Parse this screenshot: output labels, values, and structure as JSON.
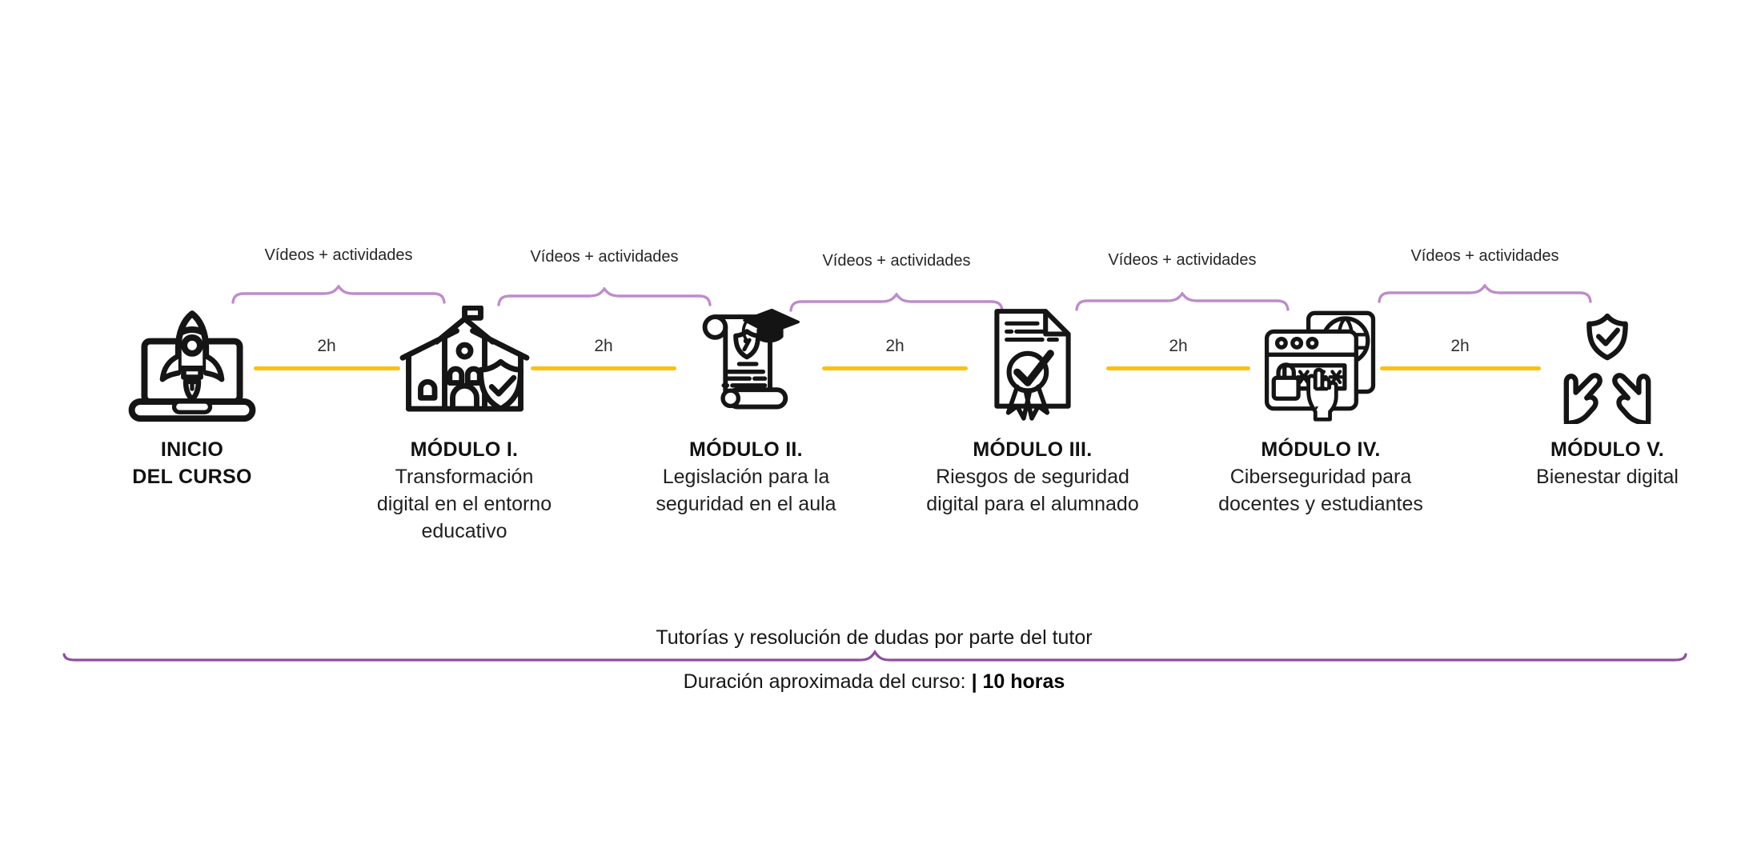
{
  "colors": {
    "connector_yellow": "#fcc012",
    "brace_light_purple": "#be8ccb",
    "brace_dark_purple": "#8e4d9e",
    "text_dark": "#1d1d1d"
  },
  "segments": [
    {
      "activity_label": "Vídeos + actividades",
      "duration": "2h"
    },
    {
      "activity_label": "Vídeos + actividades",
      "duration": "2h"
    },
    {
      "activity_label": "Vídeos + actividades",
      "duration": "2h"
    },
    {
      "activity_label": "Vídeos + actividades",
      "duration": "2h"
    },
    {
      "activity_label": "Vídeos + actividades",
      "duration": "2h"
    }
  ],
  "nodes": [
    {
      "icon": "laptop-rocket-icon",
      "title_lines": [
        "INICIO",
        "DEL CURSO"
      ],
      "subtitle_lines": []
    },
    {
      "icon": "school-shield-icon",
      "title_lines": [
        "MÓDULO I."
      ],
      "subtitle_lines": [
        "Transformación",
        "digital en el entorno",
        "educativo"
      ]
    },
    {
      "icon": "diploma-scroll-icon",
      "title_lines": [
        "MÓDULO II."
      ],
      "subtitle_lines": [
        "Legislación para la",
        "seguridad en el aula"
      ]
    },
    {
      "icon": "certificate-check-icon",
      "title_lines": [
        "MÓDULO III."
      ],
      "subtitle_lines": [
        "Riesgos de seguridad",
        "digital para el alumnado"
      ]
    },
    {
      "icon": "browser-password-icon",
      "title_lines": [
        "MÓDULO IV."
      ],
      "subtitle_lines": [
        "Ciberseguridad para",
        "docentes y estudiantes"
      ]
    },
    {
      "icon": "hands-shield-icon",
      "title_lines": [
        "MÓDULO V."
      ],
      "subtitle_lines": [
        "Bienestar digital"
      ]
    }
  ],
  "footer": {
    "tutoring_note": "Tutorías y resolución de dudas por parte del tutor",
    "duration_label": "Duración aproximada del curso: ",
    "duration_value": "| 10 horas"
  }
}
